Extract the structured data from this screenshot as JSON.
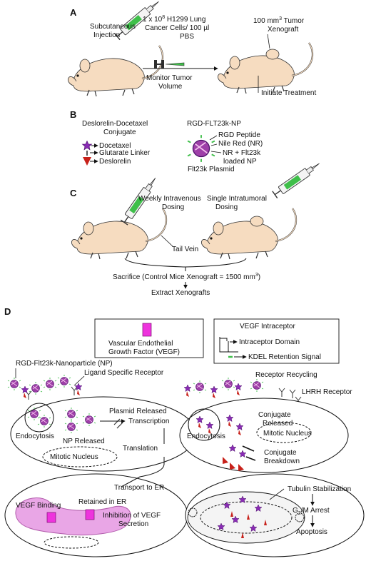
{
  "panel_a": {
    "letter": "A",
    "subcutaneous": "Subcutaneous",
    "injection": "Injection",
    "cells_l1": "1 x 10",
    "cells_sup": "8",
    "cells_l1b": " H1299 Lung",
    "cells_l2": "Cancer Cells/ 100 µl",
    "cells_l3": "PBS",
    "tumor_l1a": "100 mm",
    "tumor_sup": "3",
    "tumor_l1b": " Tumor",
    "tumor_l2": "Xenograft",
    "monitor_l1": "Monitor Tumor",
    "monitor_l2": "Volume",
    "initiate": "Initiate Treatment"
  },
  "panel_b": {
    "letter": "B",
    "conj_l1": "Deslorelin-Docetaxel",
    "conj_l2": "Conjugate",
    "docetaxel": "Docetaxel",
    "linker": "Glutarate Linker",
    "deslorelin": "Deslorelin",
    "np_title": "RGD-FLT23k-NP",
    "rgd": "RGD Peptide",
    "nile": "Nile Red (NR)",
    "nr_flt_l1": "NR + Flt23k",
    "nr_flt_l2": "loaded NP",
    "plasmid": "Flt23k Plasmid"
  },
  "panel_c": {
    "letter": "C",
    "weekly_l1": "Weekly Intravenous",
    "weekly_l2": "Dosing",
    "single_l1": "Single Intratumoral",
    "single_l2": "Dosing",
    "tail_vein": "Tail Vein",
    "sacrifice": "Sacrifice (Control Mice Xenograft = 1500 mm",
    "sacrifice_sup": "3",
    "sacrifice_end": ")",
    "extract": "Extract Xenografts"
  },
  "panel_d": {
    "letter": "D",
    "vegf_l1": "Vascular Endothelial",
    "vegf_l2": "Growth Factor (VEGF)",
    "intraceptor_title": "VEGF Intraceptor",
    "intraceptor_domain": "Intraceptor Domain",
    "kdel": "KDEL Retention Signal",
    "np_label": "RGD-Flt23k-Nanoparticle (NP)",
    "ligand_receptor": "Ligand Specific Receptor",
    "receptor_recycling": "Receptor Recycling",
    "lhrh": "LHRH Receptor",
    "plasmid_released": "Plasmid Released",
    "transcription": "Transcription",
    "endocytosis_l": "Endocytosis",
    "np_released": "NP Released",
    "translation": "Translation",
    "mitotic_l": "Mitotic Nucleus",
    "endocytosis_r": "Endocytosis",
    "conj_released_l1": "Conjugate",
    "conj_released_l2": "Released",
    "mitotic_r": "Mitotic Nucleus",
    "breakdown_l1": "Conjugate",
    "breakdown_l2": "Breakdown",
    "transport_er": "Transport to ER",
    "retained_er": "Retained in ER",
    "vegf_binding": "VEGF Binding",
    "inhibition_l1": "Inhibition of VEGF",
    "inhibition_l2": "Secretion",
    "tubulin": "Tubulin Stabilization",
    "g2m_a": "G",
    "g2m_sub": "2",
    "g2m_b": "/M Arrest",
    "apoptosis": "Apoptosis"
  },
  "colors": {
    "mouse": "#f6dcc0",
    "vegf": "#ee33dd",
    "er": "#e9a6e6",
    "np": "#9e40a8",
    "docetaxel": "#8a2bb5",
    "deslorelin": "#c8211a",
    "syringe_fluid": "#3fbf4a"
  }
}
